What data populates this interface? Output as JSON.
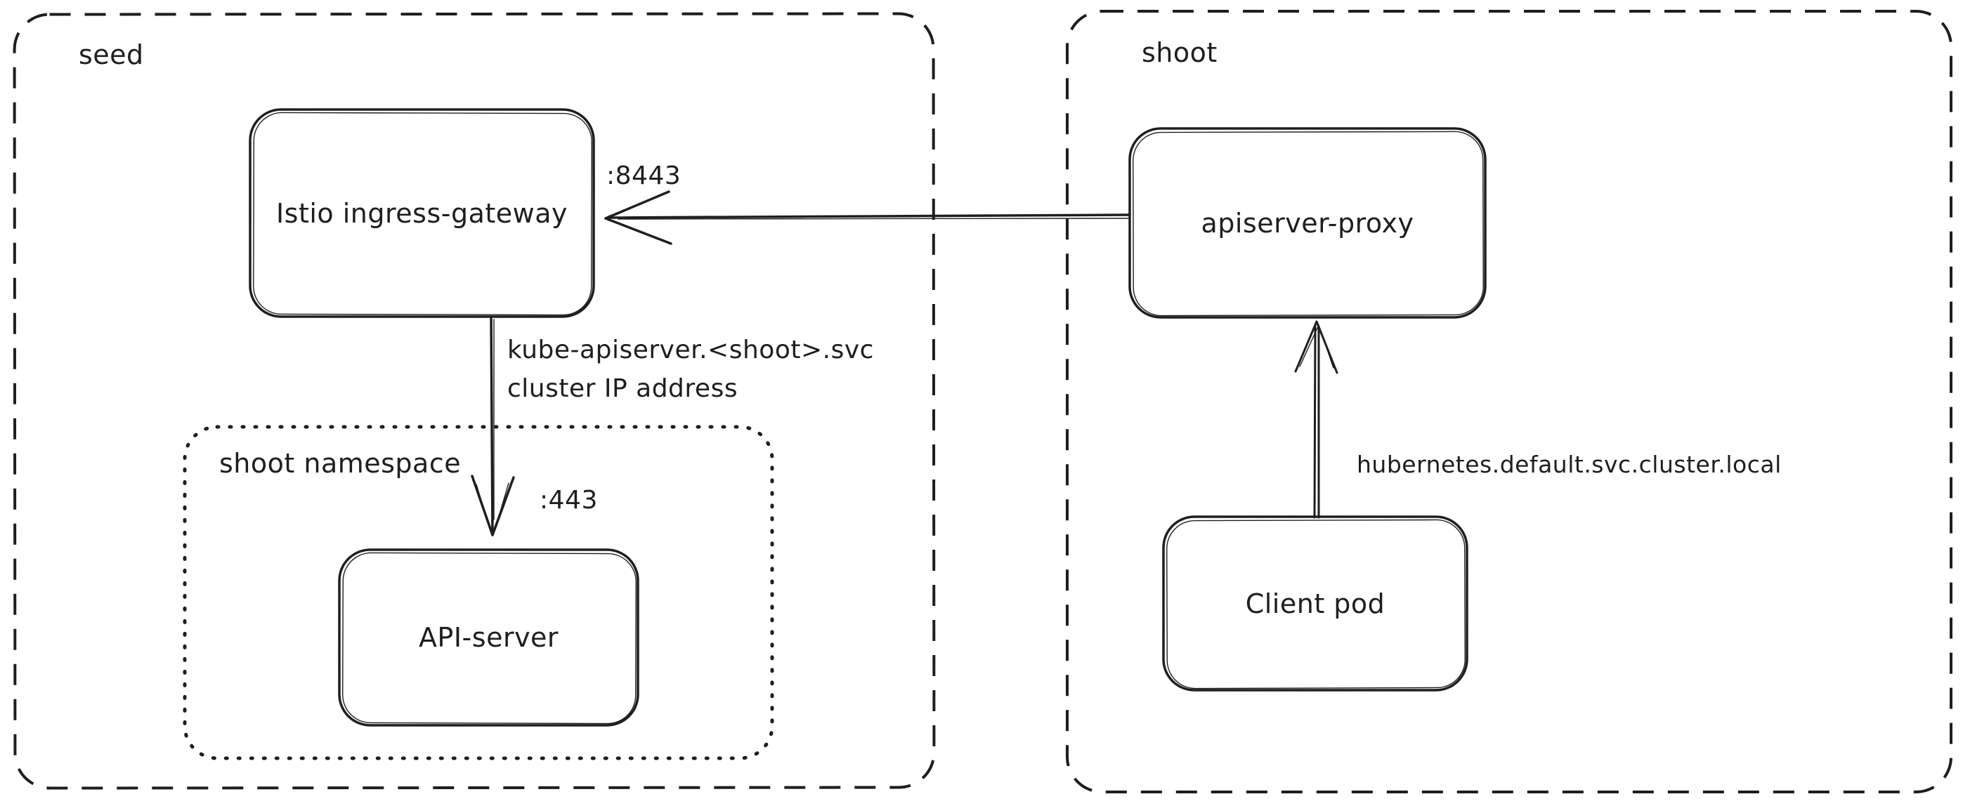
{
  "diagram": {
    "background_color": "#ffffff",
    "stroke_color": "#1e1e1e",
    "containers": {
      "seed": {
        "label": "seed",
        "border_style": "dashed"
      },
      "shoot": {
        "label": "shoot",
        "border_style": "dashed"
      },
      "shoot_namespace": {
        "label": "shoot namespace",
        "border_style": "dotted"
      }
    },
    "nodes": {
      "istio_ingress_gateway": {
        "label": "Istio ingress-gateway"
      },
      "apiserver_proxy": {
        "label": "apiserver-proxy"
      },
      "api_server": {
        "label": "API-server"
      },
      "client_pod": {
        "label": "Client pod"
      }
    },
    "edges": {
      "proxy_to_istio": {
        "port_label": ":8443",
        "direction": "right-to-left"
      },
      "istio_to_api_server": {
        "label_line1": "kube-apiserver.<shoot>.svc",
        "label_line2": "cluster IP address",
        "port_label": ":443",
        "direction": "top-to-bottom"
      },
      "client_pod_to_proxy": {
        "label": "hubernetes.default.svc.cluster.local",
        "direction": "bottom-to-top"
      }
    }
  }
}
